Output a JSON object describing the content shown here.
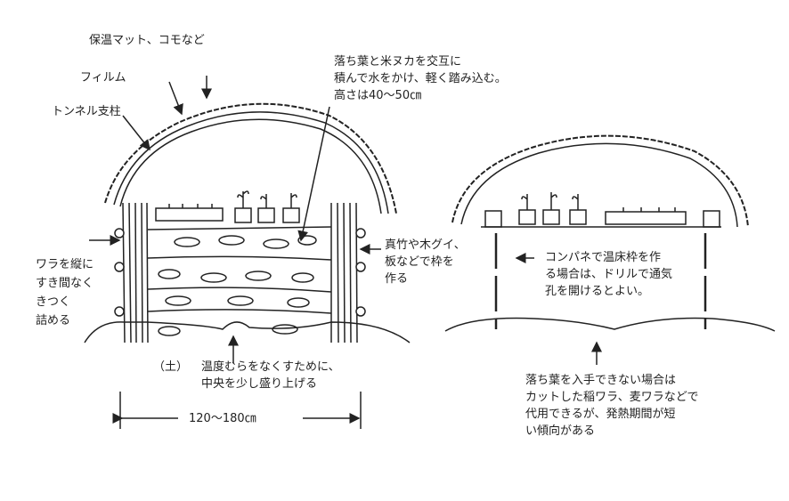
{
  "left_diagram": {
    "label_cover": "保温マット、コモなど",
    "label_film": "フィルム",
    "label_support": "トンネル支柱",
    "label_layers": [
      "落ち葉と米ヌカを交互に",
      "積んで水をかけ、軽く踏み込む。",
      "高さは40〜50㎝"
    ],
    "label_straw": [
      "ワラを縦に",
      "すき間なく",
      "きつく",
      "詰める"
    ],
    "label_frame": [
      "真竹や木グイ、",
      "板などで枠を",
      "作る"
    ],
    "label_soil": "（土）",
    "label_mound": [
      "温度むらをなくすために、",
      "中央を少し盛り上げる"
    ],
    "width_label": "120〜180㎝"
  },
  "right_diagram": {
    "label_panel": [
      "コンパネで温床枠を作",
      "る場合は、ドリルで通気",
      "孔を開けるとよい。"
    ],
    "label_alt": [
      "落ち葉を入手できない場合は",
      "カットした稲ワラ、麦ワラなどで",
      "代用できるが、発熱期間が短",
      "い傾向がある"
    ]
  }
}
